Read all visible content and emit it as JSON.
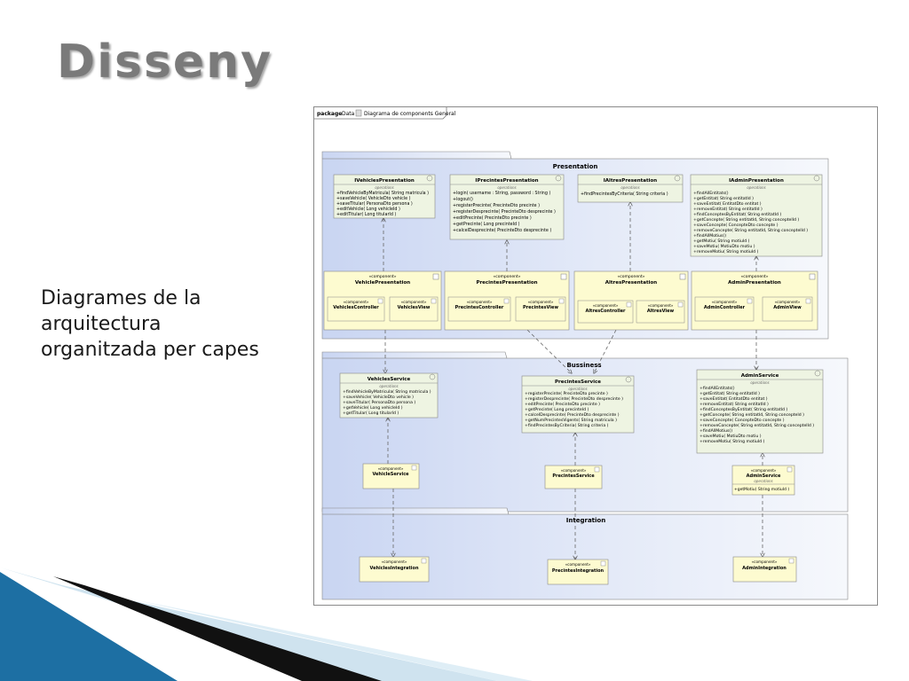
{
  "slide": {
    "title": "Disseny",
    "caption_lines": [
      "Diagrames de la",
      "arquitectura",
      "organitzada per capes"
    ]
  },
  "diagram": {
    "header_keyword": "package",
    "header_name": "Data",
    "header_title": "Diagrama de components General",
    "stereotype": "«component»",
    "operations_label": "operations",
    "layers": {
      "presentation": "Presentation",
      "business": "Bussiness",
      "integration": "Integration"
    },
    "interfaces": {
      "ivehicles": {
        "name": "IVehiclesPresentation",
        "ops": [
          "+findVehicleByMatricula( String matricula )",
          "+saveVehicle( VehicleDto vehicle )",
          "+saveTitular( PersonaDto persona )",
          "+editVehicle( Long vehicleId )",
          "+editTitular( Long titularId )"
        ]
      },
      "iprecintes": {
        "name": "IPrecintesPresentation",
        "ops": [
          "+login( username : String, password : String )",
          "+logout()",
          "+registerPrecinte( PrecinteDto precinte )",
          "+registerDesprecinte( PrecinteDto desprecinte )",
          "+editPrecinte( PrecinteDto precinte )",
          "+getPrecinte( Long precinteId )",
          "+calcelDesprecinte( PrecinteDto desprecinte )"
        ]
      },
      "ialtres": {
        "name": "IAltresPresentation",
        "ops": [
          "+findPrecintesByCriteria( String criteria )"
        ]
      },
      "iadmin": {
        "name": "IAdminPresentation",
        "ops": [
          "+findAllEntitats()",
          "+getEntitat( String entitatId )",
          "+saveEntitat( EntitatDto entitat )",
          "+removeEntitat( String entitatId )",
          "+findConceptesByEntitat( String entitatId )",
          "+getConcepte( String entitatId, String conceptelId )",
          "+saveConcepte( ConcepteDto concepte )",
          "+removeConcepte( String entitatId, String conceptelId )",
          "+findAllMotius()",
          "+getMotiu( String motiuId )",
          "+saveMotiu( MotiuDto motiu )",
          "+removeMotiu( String motiuId )"
        ]
      }
    },
    "presentation_components": {
      "vehicle": {
        "name": "VehiclePresentation",
        "sub": [
          "VehiclesController",
          "VehiclesView"
        ]
      },
      "precintes": {
        "name": "PrecintesPresentation",
        "sub": [
          "PrecintesController",
          "PrecintesView"
        ]
      },
      "altres": {
        "name": "AltresPresentation",
        "sub": [
          "AltresController",
          "AltresView"
        ]
      },
      "admin": {
        "name": "AdminPresentation",
        "sub": [
          "AdminController",
          "AdminView"
        ]
      }
    },
    "services": {
      "vehicles": {
        "name": "VehiclesService",
        "ops": [
          "+findVehicleByMatricula( String matricula )",
          "+saveVehicle( VehicleDto vehicle )",
          "+saveTitular( PersonaDto persona )",
          "+getVehicle( Long vehicleId )",
          "+getTitular( Long titularId )"
        ]
      },
      "precintes": {
        "name": "PrecintesService",
        "ops": [
          "+registerPrecinte( PrecinteDto precinte )",
          "+registerDesprecinte( PrecinteDto desprecinte )",
          "+editPrecinte( PrecinteDto precinte )",
          "+getPrecinte( Long precinteId )",
          "+calcelDesprecinte( PrecinteDto desprecinte )",
          "+getNumPrecintesVigents( String matricula )",
          "+findPrecintesByCriteria( String criteria )"
        ]
      },
      "admin": {
        "name": "AdminService",
        "ops": [
          "+findAllEntitats()",
          "+getEntitat( String entitatId )",
          "+saveEntitat( EntitatDto entitat )",
          "+removeEntitat( String entitatId )",
          "+findConceptesByEntitat( String entitatId )",
          "+getConcepte( String entitatId, String concepteId )",
          "+saveConcepte( ConcepteDto concepte )",
          "+removeConcepte( String entitatId, String conceptelId )",
          "+findAllMotius()",
          "+saveMotiu( MotiuDto motiu )",
          "+removeMotiu( String motiuId )"
        ]
      }
    },
    "service_components": {
      "vehicle": {
        "name": "VehicleService"
      },
      "precintes": {
        "name": "PrecintesService"
      },
      "admin": {
        "name": "AdminService",
        "ops": [
          "+getMotiu( String motiuId )"
        ]
      }
    },
    "integration_components": {
      "vehicles": {
        "name": "VehiclesIntegration"
      },
      "precintes": {
        "name": "PrecintesIntegration"
      },
      "admin": {
        "name": "AdminIntegration"
      }
    }
  },
  "colors": {
    "title_text": "#7a7a7a",
    "interface_fill": "#eef4e2",
    "component_fill": "#fdfbd0",
    "layer_fill": "#d9e2f6",
    "layer_fill_right": "#f3f5fb",
    "deco_blue": "#1d6fa3",
    "deco_black": "#111111"
  }
}
